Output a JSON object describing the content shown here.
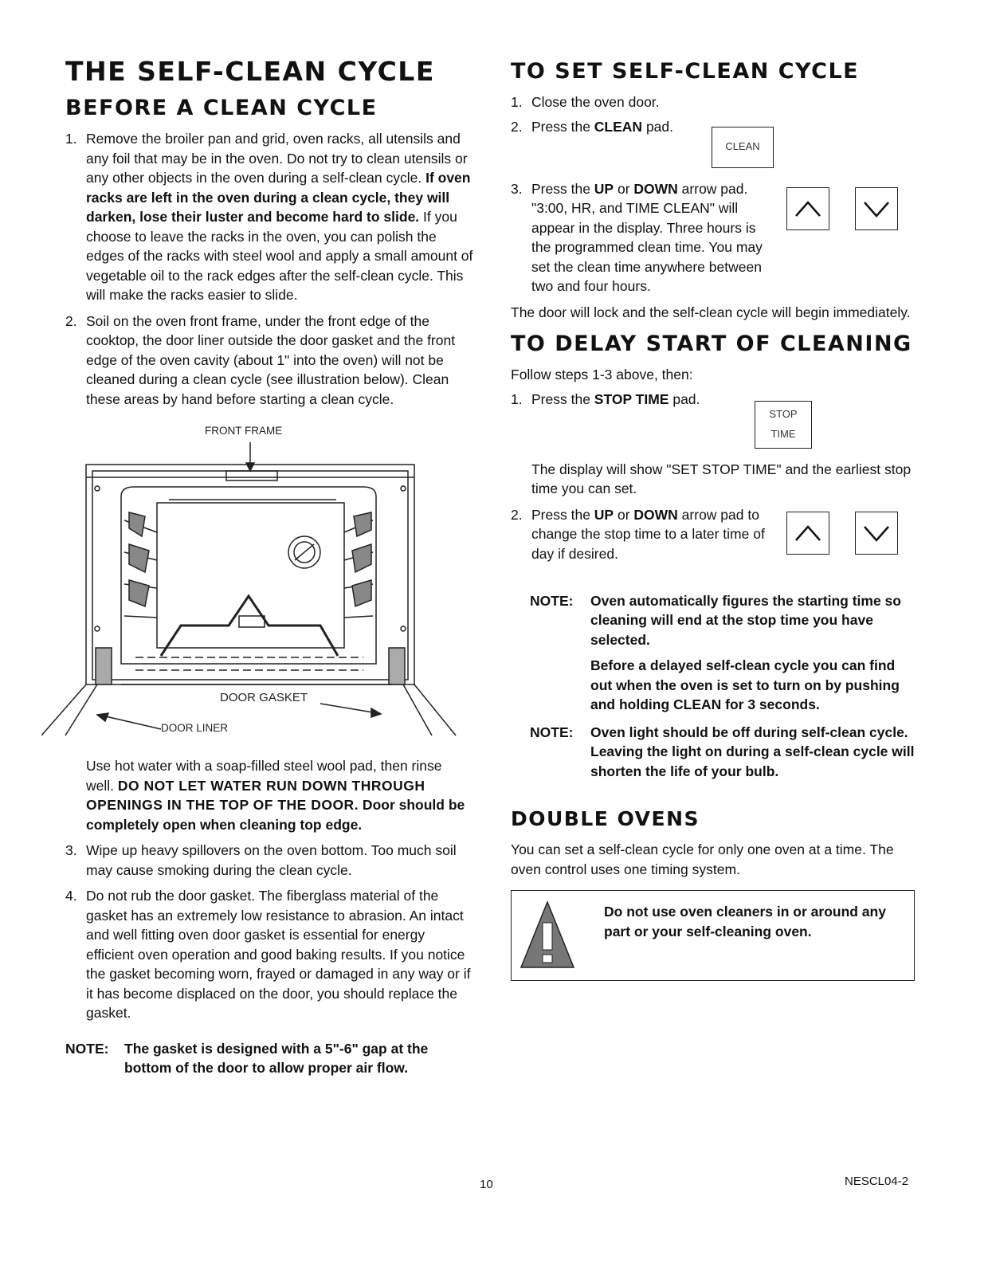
{
  "left": {
    "title": "THE SELF-CLEAN CYCLE",
    "subtitle": "BEFORE A CLEAN CYCLE",
    "item1": {
      "num": "1.",
      "text_a": "Remove the broiler pan and grid, oven racks, all utensils and any foil that may be in the oven. Do not try to clean utensils or any other objects in the oven during a self-clean cycle. ",
      "bold": "If oven racks are left in the oven during a clean cycle, they will darken, lose their luster and become hard to slide.",
      "text_b": " If you choose to leave the racks in the oven, you can polish the edges of the racks with steel wool and apply a small amount of vegetable oil to the rack edges after the self-clean cycle. This will make the racks easier to slide."
    },
    "item2": {
      "num": "2.",
      "text": "Soil on the oven front frame, under the front edge of the cooktop, the door liner outside the door gasket and the front edge of the oven cavity (about 1\" into the oven) will not be cleaned during a clean cycle (see illustration below). Clean these areas by hand before starting a clean cycle."
    },
    "figure": {
      "front_frame": "FRONT FRAME",
      "door_gasket": "DOOR GASKET",
      "door_liner": "DOOR LINER"
    },
    "wash": {
      "text": "Use hot water with a soap-filled steel wool pad, then rinse well. ",
      "caps": "DO NOT LET WATER RUN DOWN THROUGH OPENINGS IN THE TOP OF THE DOOR.",
      "bold": " Door should be completely open when cleaning top edge."
    },
    "item3": {
      "num": "3.",
      "text": "Wipe up heavy spillovers on the oven bottom. Too much soil may cause smoking during the clean cycle."
    },
    "item4": {
      "num": "4.",
      "text": "Do not rub the door gasket. The fiberglass material of the gasket has an extremely low resistance to abrasion. An intact and well fitting oven door gasket is essential for energy efficient oven operation and good baking results. If you notice the gasket becoming worn, frayed or damaged in any way or if it has become displaced on the door, you should replace the gasket."
    },
    "note": {
      "label": "NOTE:",
      "text": "The gasket is designed with a 5\"-6\" gap at the bottom of the door to allow proper air flow."
    }
  },
  "right": {
    "set_title": "TO SET SELF-CLEAN CYCLE",
    "step1": {
      "num": "1.",
      "text": "Close the oven door."
    },
    "step2": {
      "num": "2.",
      "text_a": "Press the ",
      "bold": "CLEAN",
      "text_b": " pad.",
      "pad": "CLEAN"
    },
    "step3": {
      "num": "3.",
      "text_a": "Press the ",
      "up": "UP",
      "or": " or ",
      "down": "DOWN",
      "text_b": " arrow pad. \"3:00, HR, and TIME CLEAN\" will appear in the display. Three hours is the programmed clean time. You may set the clean time anywhere between two and four hours."
    },
    "lock_text": "The door will lock and the self-clean cycle will begin immediately.",
    "delay_title": "TO DELAY START OF CLEANING",
    "follow": "Follow steps 1-3 above, then:",
    "d1": {
      "num": "1.",
      "text_a": "Press the ",
      "bold": "STOP TIME",
      "text_b": " pad.",
      "pad_line1": "STOP",
      "pad_line2": "TIME"
    },
    "display_text": "The display will show \"SET STOP TIME\" and the earliest stop time you can set.",
    "d2": {
      "num": "2.",
      "text_a": "Press the ",
      "up": "UP",
      "or": " or ",
      "down": "DOWN",
      "text_b": " arrow pad to change the stop time to a later time of day if desired."
    },
    "note1": {
      "label": "NOTE:",
      "text": "Oven automatically figures the starting time so cleaning will end at the stop time you have selected.",
      "text2": "Before a delayed self-clean cycle you can find out when the oven is set to turn on by pushing and holding CLEAN for 3 seconds."
    },
    "note2": {
      "label": "NOTE:",
      "text": "Oven light should be off during self-clean cycle. Leaving the light on during a self-clean cycle will shorten the life of your bulb."
    },
    "double_title": "DOUBLE OVENS",
    "double_text": "You can set a self-clean cycle for only one oven at a time. The oven control uses one timing system.",
    "warning": "Do not use oven cleaners in or around any part or your self-cleaning oven.",
    "warning_icon": "warning-triangle-icon"
  },
  "footer": {
    "page": "10",
    "doc_id": "NESCL04-2"
  }
}
